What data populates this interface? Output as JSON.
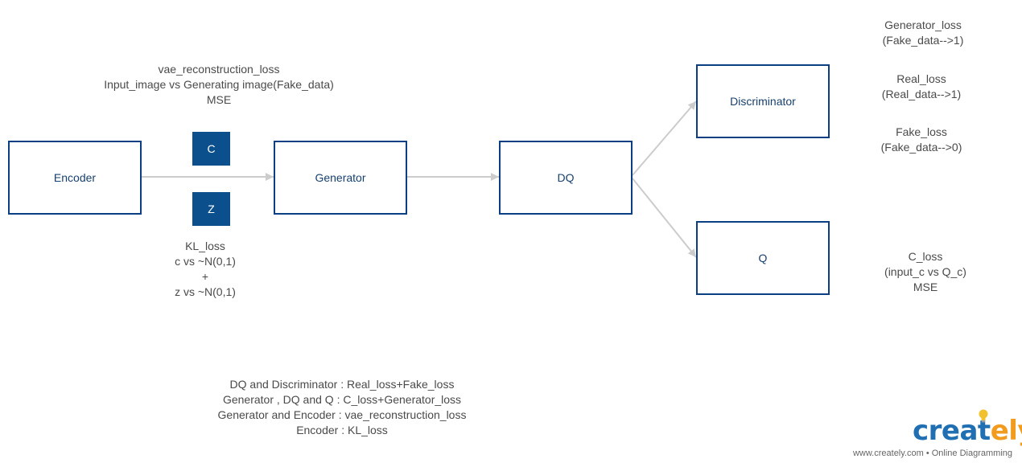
{
  "colors": {
    "box_border": "#0b3f84",
    "box_text": "#17406f",
    "tag_fill": "#0b4f8c",
    "edge": "#cccccc",
    "note_text": "#4a4a4a",
    "logo_blue": "#1f6fb2",
    "logo_orange": "#f29c1f"
  },
  "nodes": {
    "encoder": "Encoder",
    "generator": "Generator",
    "dq": "DQ",
    "discriminator": "Discriminator",
    "q": "Q"
  },
  "tags": {
    "c": "C",
    "z": "Z"
  },
  "notes": {
    "vae": [
      "vae_reconstruction_loss",
      "Input_image vs Generating image(Fake_data)",
      "MSE"
    ],
    "kl": [
      "KL_loss",
      "c vs ~N(0,1)",
      "+",
      "z vs ~N(0,1)"
    ],
    "generator_loss": [
      "Generator_loss",
      "(Fake_data-->1)"
    ],
    "real_loss": [
      "Real_loss",
      "(Real_data-->1)"
    ],
    "fake_loss": [
      "Fake_loss",
      "(Fake_data-->0)"
    ],
    "c_loss": [
      "C_loss",
      "(input_c vs Q_c)",
      "MSE"
    ],
    "summary": [
      "DQ and Discriminator : Real_loss+Fake_loss",
      "Generator , DQ and Q : C_loss+Generator_loss",
      "Generator and Encoder : vae_reconstruction_loss",
      "Encoder : KL_loss"
    ]
  },
  "edges": [
    {
      "from": "encoder",
      "to": "generator"
    },
    {
      "from": "generator",
      "to": "dq"
    },
    {
      "from": "dq",
      "to": "discriminator"
    },
    {
      "from": "dq",
      "to": "q"
    }
  ],
  "watermark": {
    "brand_main": "creat",
    "brand_accent": "ely",
    "footer": "www.creately.com • Online Diagramming",
    "icon": "lightbulb-icon"
  }
}
